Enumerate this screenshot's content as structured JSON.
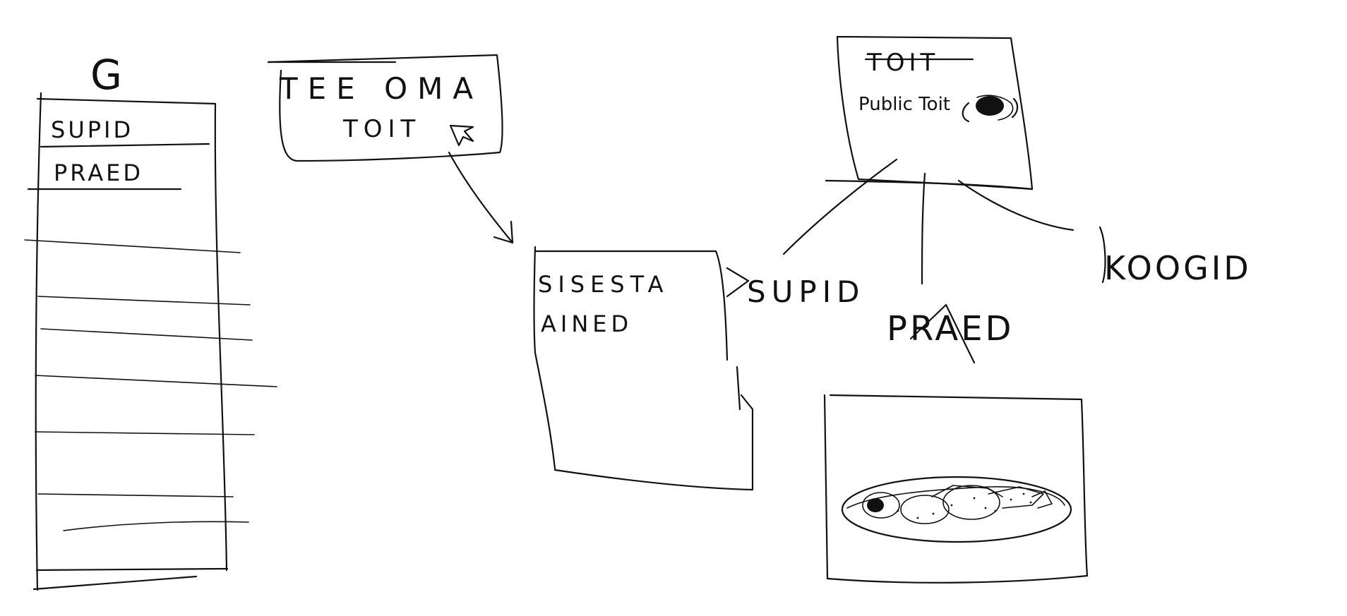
{
  "sidebar": {
    "logo": "G",
    "items": [
      "SUPID",
      "PRAED"
    ]
  },
  "popup": {
    "line1": "TEE OMA",
    "line2": "TOIT"
  },
  "content": {
    "line1": "SISESTA",
    "line2": "AINED"
  },
  "recipe_card": {
    "title": "TOIT",
    "subtitle": "Public Toit"
  },
  "categories": [
    "SUPID",
    "PRAED",
    "KOOGID"
  ],
  "colors": {
    "ink": "#111111",
    "background": "#ffffff"
  },
  "icons": [
    "pointer-cursor-icon",
    "avatar-icon",
    "food-plate-image"
  ]
}
